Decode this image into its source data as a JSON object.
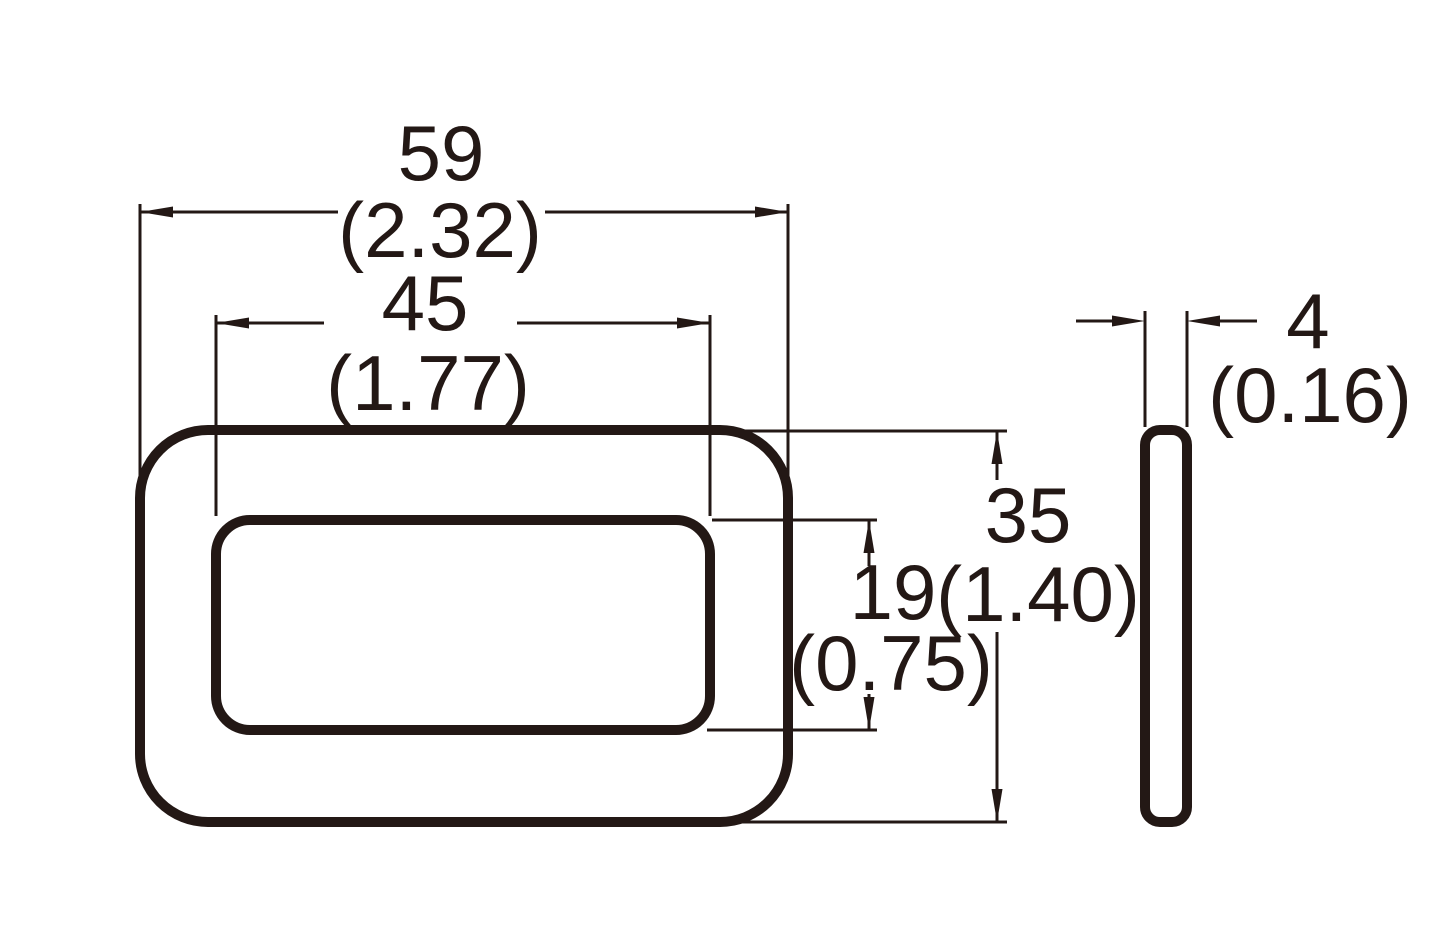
{
  "drawing": {
    "description": "Two-view technical dimension drawing of a rounded rectangular frame part: front view with concentric rounded rectangles and right-side thin profile view",
    "line_color": "#231815",
    "background_color": "#ffffff",
    "views": [
      {
        "name": "front-view"
      },
      {
        "name": "side-profile-view"
      }
    ],
    "dimensions": {
      "outer_width": {
        "mm": "59",
        "inch": "(2.32)"
      },
      "inner_width": {
        "mm": "45",
        "inch": "(1.77)"
      },
      "outer_height": {
        "mm": "35",
        "inch": "(1.40)"
      },
      "inner_height": {
        "mm": "19",
        "inch": "(0.75)"
      },
      "thickness": {
        "mm": "4",
        "inch": "(0.16)"
      }
    }
  }
}
